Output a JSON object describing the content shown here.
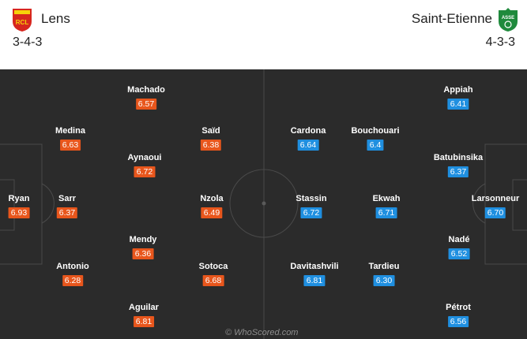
{
  "home": {
    "name": "Lens",
    "formation": "3-4-3",
    "badge_icon": "lens-crest-icon",
    "color": "#e8561c",
    "players": [
      {
        "name": "Machado",
        "rating": "6.57"
      },
      {
        "name": "Medina",
        "rating": "6.63"
      },
      {
        "name": "Saïd",
        "rating": "6.38"
      },
      {
        "name": "Aynaoui",
        "rating": "6.72"
      },
      {
        "name": "Ryan",
        "rating": "6.93"
      },
      {
        "name": "Sarr",
        "rating": "6.37"
      },
      {
        "name": "Nzola",
        "rating": "6.49"
      },
      {
        "name": "Mendy",
        "rating": "6.36"
      },
      {
        "name": "Antonio",
        "rating": "6.28"
      },
      {
        "name": "Sotoca",
        "rating": "6.68"
      },
      {
        "name": "Aguilar",
        "rating": "6.81"
      }
    ]
  },
  "away": {
    "name": "Saint-Etienne",
    "formation": "4-3-3",
    "badge_icon": "saint-etienne-crest-icon",
    "color": "#1f8fe0",
    "players": [
      {
        "name": "Appiah",
        "rating": "6.41"
      },
      {
        "name": "Cardona",
        "rating": "6.64"
      },
      {
        "name": "Bouchouari",
        "rating": "6.4"
      },
      {
        "name": "Batubinsika",
        "rating": "6.37"
      },
      {
        "name": "Stassin",
        "rating": "6.72"
      },
      {
        "name": "Ekwah",
        "rating": "6.71"
      },
      {
        "name": "Larsonneur",
        "rating": "6.70"
      },
      {
        "name": "Nadé",
        "rating": "6.52"
      },
      {
        "name": "Davitashvili",
        "rating": "6.81"
      },
      {
        "name": "Tardieu",
        "rating": "6.30"
      },
      {
        "name": "Pétrot",
        "rating": "6.56"
      }
    ]
  },
  "watermark": "© WhoScored.com"
}
